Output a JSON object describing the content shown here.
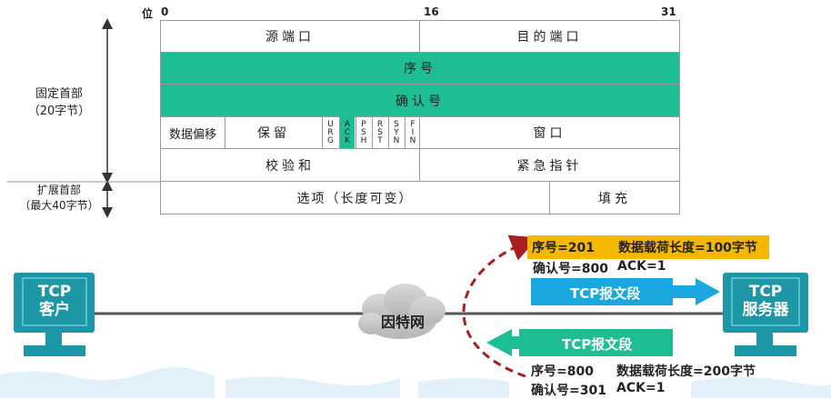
{
  "header": {
    "bits": {
      "b0": "0",
      "b16": "16",
      "b31": "31"
    },
    "wei_label": "位",
    "rows": {
      "src_port": "源端口",
      "dst_port": "目的端口",
      "seq": "序号",
      "ack_num": "确认号",
      "data_offset": "数据偏移",
      "reserved": "保留",
      "window": "窗口",
      "checksum": "校验和",
      "urgent": "紧急指针",
      "options": "选项（长度可变）",
      "padding": "填充"
    },
    "flags": [
      {
        "name": "URG",
        "letters": [
          "U",
          "R",
          "G"
        ],
        "active": false
      },
      {
        "name": "ACK",
        "letters": [
          "A",
          "C",
          "K"
        ],
        "active": true
      },
      {
        "name": "PSH",
        "letters": [
          "P",
          "S",
          "H"
        ],
        "active": false
      },
      {
        "name": "RST",
        "letters": [
          "R",
          "S",
          "T"
        ],
        "active": false
      },
      {
        "name": "SYN",
        "letters": [
          "S",
          "Y",
          "N"
        ],
        "active": false
      },
      {
        "name": "FIN",
        "letters": [
          "F",
          "I",
          "N"
        ],
        "active": false
      }
    ],
    "side_labels": {
      "fixed_l1": "固定首部",
      "fixed_l2": "（20字节）",
      "ext_l1": "扩展首部",
      "ext_l2": "（最大40字节）"
    }
  },
  "network": {
    "client": {
      "l1": "TCP",
      "l2": "客户"
    },
    "server": {
      "l1": "TCP",
      "l2": "服务器"
    },
    "cloud": "因特网",
    "segment_to_server": "TCP报文段",
    "segment_to_client": "TCP报文段",
    "client_segment": {
      "seq": "序号=201",
      "payload": "数据载荷长度=100字节",
      "ack_num": "确认号=800",
      "ack": "ACK=1"
    },
    "server_segment": {
      "seq": "序号=800",
      "payload": "数据载荷长度=200字节",
      "ack_num": "确认号=301",
      "ack": "ACK=1"
    }
  },
  "colors": {
    "teal": "#1ebe94",
    "blue": "#1aa7e0",
    "monitor": "#1d97a5",
    "highlight": "#f5b800",
    "curve": "#a8201d"
  }
}
